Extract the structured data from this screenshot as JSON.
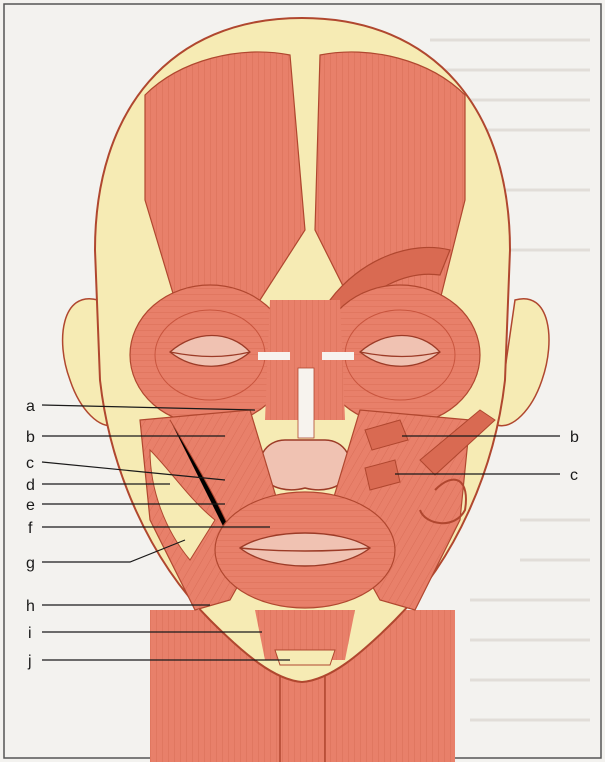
{
  "labels": {
    "left": [
      "a",
      "b",
      "c",
      "d",
      "e",
      "f",
      "g",
      "h",
      "i",
      "j"
    ],
    "right": [
      "b",
      "c"
    ]
  },
  "colors": {
    "muscle": "#e8806a",
    "muscle_dark": "#c8553e",
    "skin": "#f6ebb4",
    "outline": "#b0472f",
    "background": "#f3f2ef",
    "page_bg_text": "#c9c2bb"
  }
}
